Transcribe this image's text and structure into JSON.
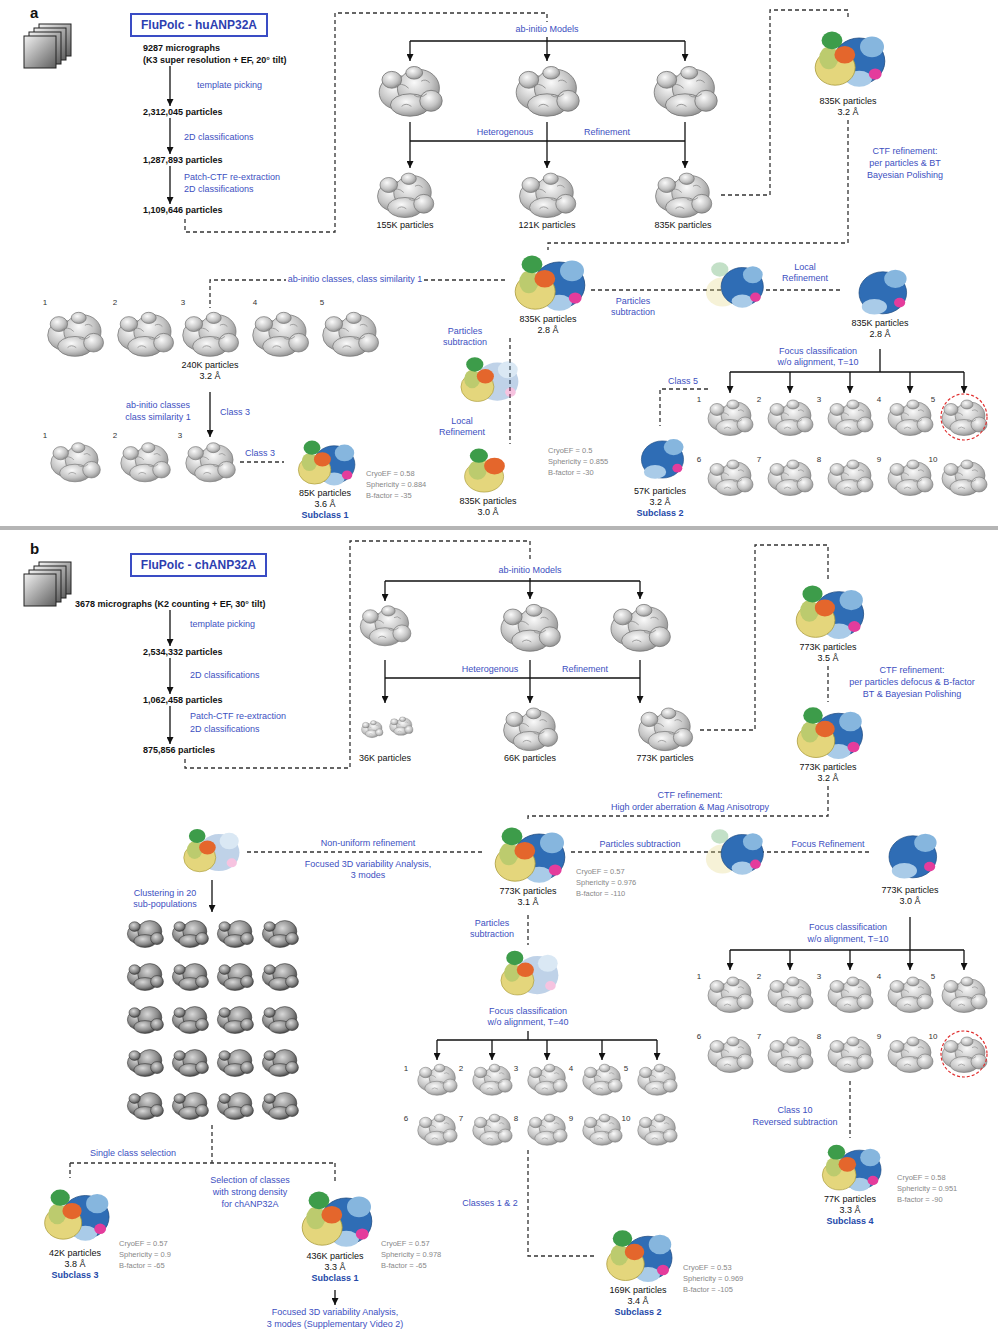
{
  "diagram": {
    "nodes": [
      {
        "text": [
          "FluPolc - huANP32A"
        ]
      },
      {
        "text": [
          "9287 micrographs",
          "(K3 super resolution + EF, 20° tilt)"
        ]
      },
      {
        "text": [
          "2,312,045 particles"
        ]
      },
      {
        "text": [
          "1,287,893 particles"
        ]
      },
      {
        "text": [
          "1,109,646 particles"
        ]
      },
      {
        "text": [
          "155K particles"
        ]
      },
      {
        "text": [
          "121K particles"
        ]
      },
      {
        "text": [
          "835K particles"
        ]
      },
      {
        "text": [
          "835K particles",
          "3.2 Å"
        ]
      },
      {
        "text": [
          "835K particles",
          "2.8 Å"
        ]
      },
      {
        "text": [
          "240K particles",
          "3.2 Å"
        ]
      },
      {
        "text": [
          "85K particles",
          "3.6 Å",
          "Subclass 1"
        ]
      },
      {
        "text": [
          "835K particles",
          "3.0 Å"
        ]
      },
      {
        "text": [
          "835K particles",
          "2.8 Å"
        ]
      },
      {
        "text": [
          "57K particles",
          "3.2 Å",
          "Subclass 2"
        ]
      },
      {
        "text": [
          "FluPolc - chANP32A"
        ]
      },
      {
        "text": [
          "3678 micrographs (K2 counting + EF, 30° tilt)"
        ]
      },
      {
        "text": [
          "2,534,332 particles"
        ]
      },
      {
        "text": [
          "1,062,458 particles"
        ]
      },
      {
        "text": [
          "875,856 particles"
        ]
      },
      {
        "text": [
          "36K particles"
        ]
      },
      {
        "text": [
          "66K particles"
        ]
      },
      {
        "text": [
          "773K particles"
        ]
      },
      {
        "text": [
          "773K particles",
          "3.5 Å"
        ]
      },
      {
        "text": [
          "773K particles",
          "3.2 Å"
        ]
      },
      {
        "text": [
          "773K particles",
          "3.1 Å"
        ]
      },
      {
        "text": [
          "773K particles",
          "3.0 Å"
        ]
      },
      {
        "text": [
          "77K particles",
          "3.3 Å",
          "Subclass 4"
        ]
      },
      {
        "text": [
          "169K particles",
          "3.4 Å",
          "Subclass 2"
        ]
      },
      {
        "text": [
          "42K particles",
          "3.8 Å",
          "Subclass 3"
        ]
      },
      {
        "text": [
          "436K particles",
          "3.3 Å",
          "Subclass 1"
        ]
      }
    ],
    "edges": [
      {
        "from": 1,
        "to": 2,
        "arrow": "to",
        "label": "template picking"
      },
      {
        "from": 2,
        "to": 3,
        "arrow": "to",
        "label": "2D classifications"
      },
      {
        "from": 3,
        "to": 4,
        "arrow": "to",
        "label": "Patch-CTF re-extraction"
      },
      {
        "from": 7,
        "to": 8,
        "arrow": "none"
      },
      {
        "from": 8,
        "to": 9,
        "arrow": "none"
      },
      {
        "from": 9,
        "to": 10,
        "arrow": "none",
        "label": "ab-initio classes, class similarity 1"
      },
      {
        "from": 9,
        "to": 12,
        "arrow": "none",
        "label": "Particles subtraction"
      },
      {
        "from": 9,
        "to": 13,
        "arrow": "none",
        "label": "Particles subtraction"
      },
      {
        "from": 16,
        "to": 17,
        "arrow": "to",
        "label": "template picking"
      },
      {
        "from": 17,
        "to": 18,
        "arrow": "to",
        "label": "2D classifications"
      },
      {
        "from": 18,
        "to": 19,
        "arrow": "to",
        "label": "Patch-CTF re-extraction"
      },
      {
        "from": 22,
        "to": 23,
        "arrow": "none"
      },
      {
        "from": 23,
        "to": 24,
        "arrow": "none"
      },
      {
        "from": 24,
        "to": 25,
        "arrow": "none",
        "label": "CTF refinement:"
      },
      {
        "from": 25,
        "to": 26,
        "arrow": "none",
        "label": "Particles subtraction"
      }
    ],
    "labels": [
      "a",
      "2D classifications",
      "ab-initio Models",
      "Heterogenous",
      "Refinement",
      "CTF refinement:",
      "per particles & BT",
      "Bayesian Polishing",
      "1",
      "2",
      "3",
      "4",
      "5",
      "ab-initio classes",
      "class similarity 1",
      "Class 3",
      "1",
      "2",
      "3",
      "Class 3",
      "CryoEF = 0.58",
      "Sphericity = 0.884",
      "B-factor = -35",
      "Local Refinement",
      "Local Refinement",
      "Focus classification",
      "w/o alignment, T=10",
      "1",
      "2",
      "3",
      "4",
      "5",
      "6",
      "7",
      "8",
      "9",
      "10",
      "Class 5",
      "CryoEF = 0.5",
      "Sphericity = 0.855",
      "B-factor = -30",
      "b",
      "2D classifications",
      "ab-initio Models",
      "Heterogenous",
      "Refinement",
      "CTF refinement:",
      "per particles defocus & B-factor",
      "BT & Bayesian Polishing",
      "High order aberration & Mag Anisotropy",
      "Focus Refinement",
      "CryoEF = 0.57",
      "Sphericity = 0.976",
      "B-factor = -110",
      "Non-uniform refinement",
      "Focused 3D variability Analysis,",
      "3 modes",
      "Clustering in 20",
      "sub-populations",
      "Single class selection",
      "Selection of classes",
      "with strong density",
      "for chANP32A",
      "CryoEF = 0.57",
      "Sphericity = 0.9",
      "B-factor = -65",
      "CryoEF = 0.57",
      "Sphericity = 0.978",
      "B-factor = -65",
      "Focused 3D variability Analysis,",
      "3 modes (Supplementary Video 2)",
      "Particles subtraction",
      "Focus classification",
      "w/o alignment, T=40",
      "1",
      "2",
      "3",
      "4",
      "5",
      "6",
      "7",
      "8",
      "9",
      "10",
      "Focus classification",
      "w/o alignment, T=10",
      "1",
      "2",
      "3",
      "4",
      "5",
      "6",
      "7",
      "8",
      "9",
      "10",
      "Class 10",
      "Reversed subtraction",
      "CryoEF = 0.58",
      "Sphericity = 0.951",
      "B-factor = -90",
      "Classes 1 & 2",
      "CryoEF = 0.53",
      "Sphericity = 0.969",
      "B-factor = -105"
    ]
  }
}
